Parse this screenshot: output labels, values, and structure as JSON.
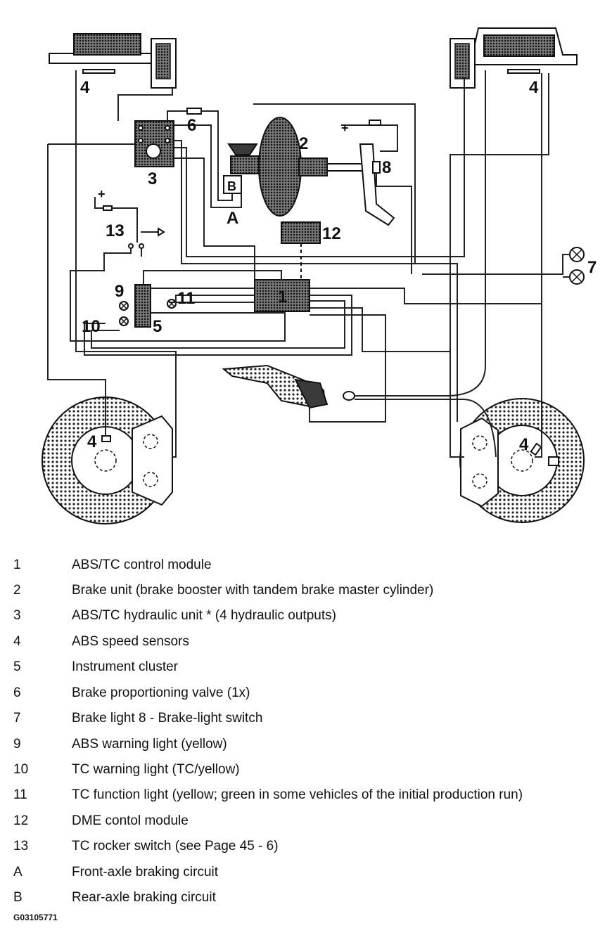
{
  "diagram": {
    "callouts": {
      "c1": "1",
      "c2": "2",
      "c3": "3",
      "c4a": "4",
      "c4b": "4",
      "c4c": "4",
      "c4d": "4",
      "c5": "5",
      "c6": "6",
      "c7": "7",
      "c8": "8",
      "c9": "9",
      "c10": "10",
      "c11": "11",
      "c12": "12",
      "c13": "13",
      "cA": "A",
      "cB": "B",
      "plus1": "+",
      "plus2": "+"
    }
  },
  "legend": [
    {
      "key": "1",
      "text": "ABS/TC control module"
    },
    {
      "key": "2",
      "text": "Brake unit (brake booster with tandem brake master cylinder)"
    },
    {
      "key": "3",
      "text": "ABS/TC hydraulic unit * (4 hydraulic outputs)"
    },
    {
      "key": "4",
      "text": "ABS speed sensors"
    },
    {
      "key": "5",
      "text": "Instrument cluster"
    },
    {
      "key": "6",
      "text": "Brake proportioning valve (1x)"
    },
    {
      "key": "7",
      "text": "Brake light 8 - Brake-light switch"
    },
    {
      "key": "9",
      "text": "ABS warning light (yellow)"
    },
    {
      "key": "10",
      "text": "TC warning light (TC/yellow)"
    },
    {
      "key": "11",
      "text": "TC function light (yellow; green in some vehicles of the initial production run)"
    },
    {
      "key": "12",
      "text": "DME contol module"
    },
    {
      "key": "13",
      "text": "TC rocker switch (see Page 45 - 6)"
    },
    {
      "key": "A",
      "text": "Front-axle braking circuit"
    },
    {
      "key": "B",
      "text": "Rear-axle braking circuit"
    }
  ],
  "figure_id": "G03105771"
}
